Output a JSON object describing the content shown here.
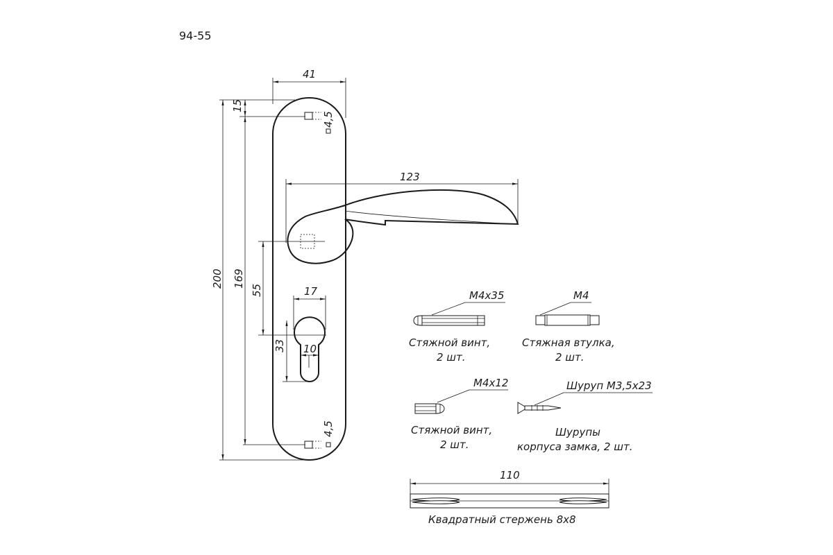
{
  "model": "94-55",
  "dimensions": {
    "plate_width": "41",
    "top_offset": "15",
    "hole_top": "4,5",
    "hole_bottom": "4,5",
    "lever_length": "123",
    "total_height": "200",
    "hole_spacing": "169",
    "handle_to_cylinder": "55",
    "cylinder_width": "17",
    "cylinder_height": "33",
    "slot_width": "10",
    "rod_length": "110"
  },
  "parts": [
    {
      "spec": "М4х35",
      "caption_line1": "Стяжной винт,",
      "caption_line2": "2 шт."
    },
    {
      "spec": "М4",
      "caption_line1": "Стяжная втулка,",
      "caption_line2": "2 шт."
    },
    {
      "spec": "М4х12",
      "caption_line1": "Стяжной винт,",
      "caption_line2": "2 шт."
    },
    {
      "spec": "Шуруп М3,5х23",
      "caption_line1": "Шурупы",
      "caption_line2": "корпуса замка, 2 шт."
    }
  ],
  "rod_caption": "Квадратный стержень 8х8"
}
